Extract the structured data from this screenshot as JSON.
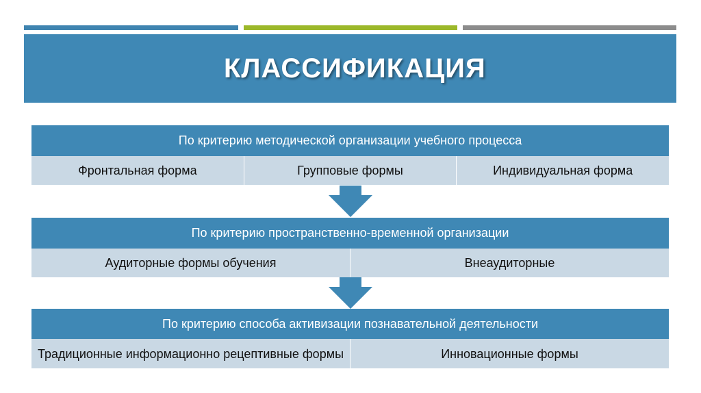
{
  "title": "КЛАССИФИКАЦИЯ",
  "colors": {
    "accent_blue": "#3f88b5",
    "accent_green": "#9cb82a",
    "accent_gray": "#8c8c8c",
    "cell_bg": "#c9d8e4"
  },
  "blocks": [
    {
      "header": "По критерию методической организации учебного процесса",
      "cells": [
        "Фронтальная форма",
        "Групповые формы",
        "Индивидуальная форма"
      ]
    },
    {
      "header": "По критерию пространственно-временной организации",
      "cells": [
        "Аудиторные формы обучения",
        "Внеаудиторные"
      ]
    },
    {
      "header": "По критерию способа активизации познавательной деятельности",
      "cells": [
        "Традиционные информационно рецептивные формы",
        "Инновационные формы"
      ]
    }
  ]
}
